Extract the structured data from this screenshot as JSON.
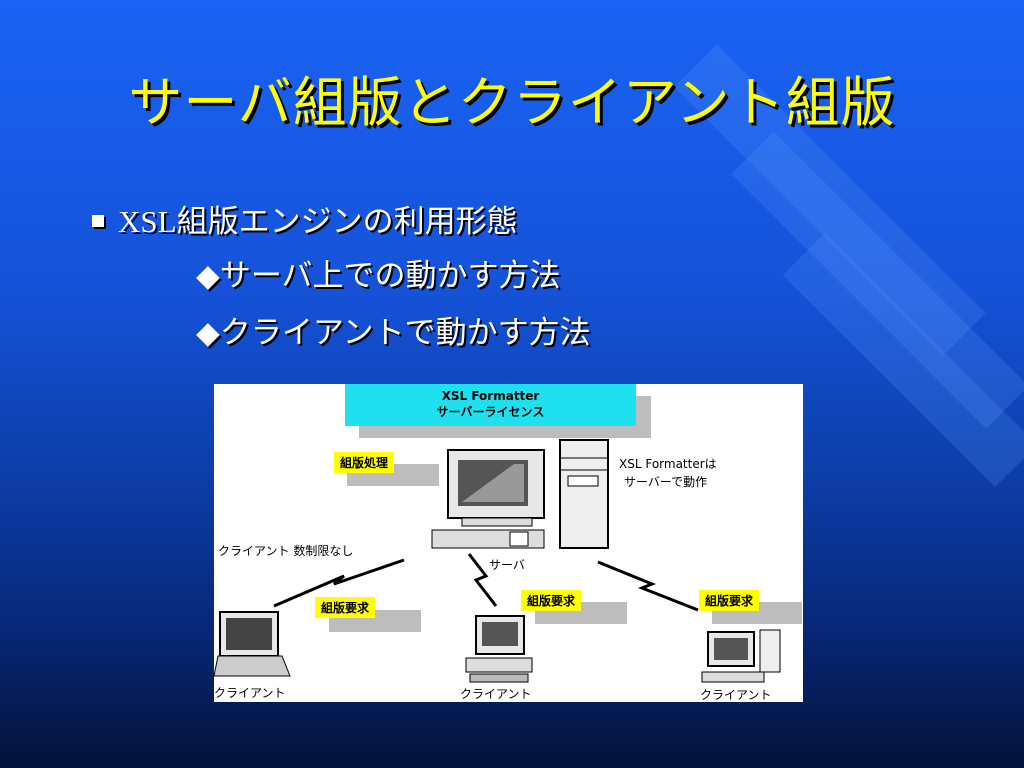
{
  "title": "サーバ組版とクライアント組版",
  "bullet": {
    "text": "XSL組版エンジンの利用形態",
    "subs": [
      "◆サーバ上での動かす方法",
      "◆クライアントで動かす方法"
    ]
  },
  "figure": {
    "banner_line1": "XSL Formatter",
    "banner_line2": "サーバーライセンス",
    "tag_processing": "組版処理",
    "note_line1": "XSL Formatterは",
    "note_line2": "サーバーで動作",
    "server_label": "サーバ",
    "unlimited_label": "クライアント 数制限なし",
    "request_labels": [
      "組版要求",
      "組版要求",
      "組版要求"
    ],
    "client_labels": [
      "クライアント",
      "クライアント",
      "クライアント"
    ]
  },
  "colors": {
    "title": "#ffff00",
    "background": "#1552d8",
    "banner": "#1fe0ef",
    "tag": "#ffff00"
  }
}
